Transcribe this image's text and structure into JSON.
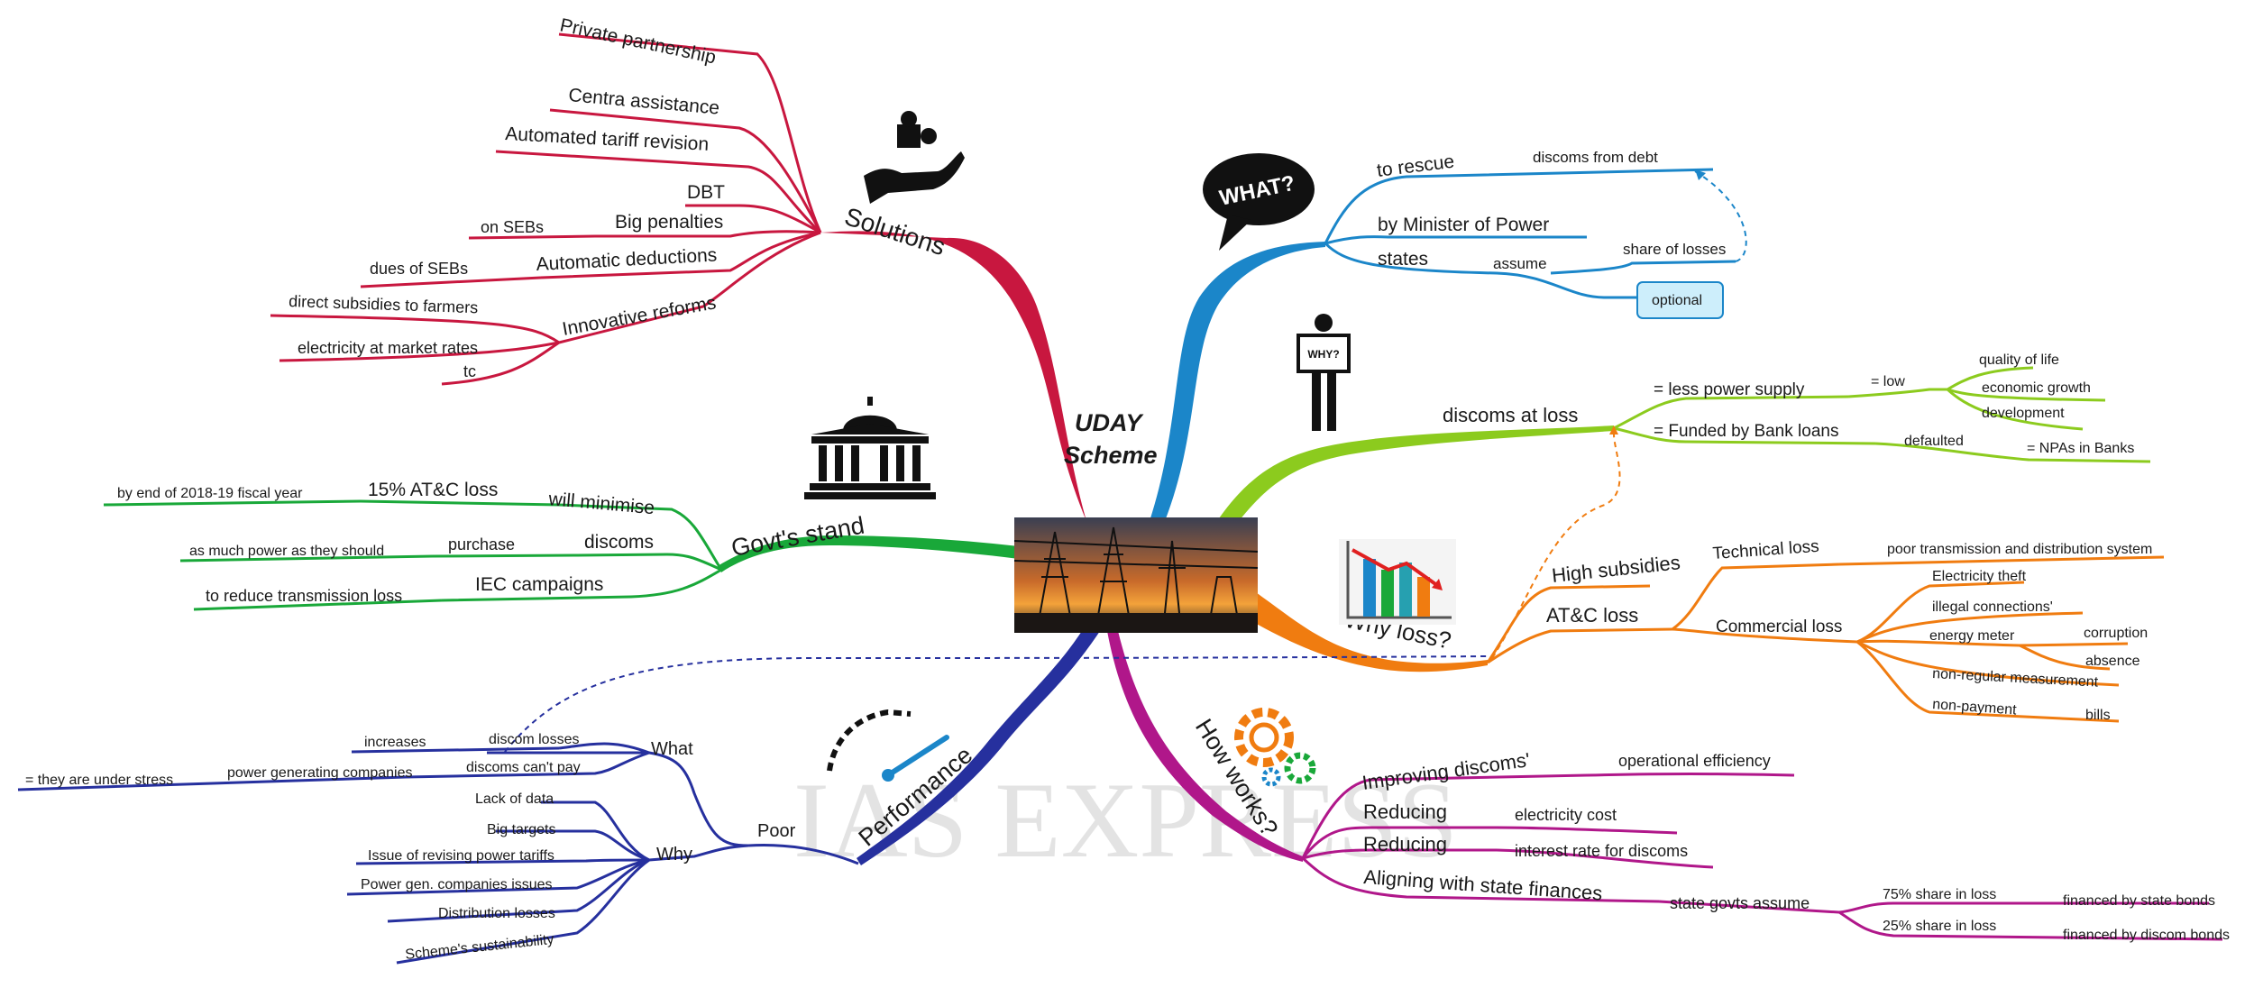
{
  "center": {
    "title_line1": "UDAY",
    "title_line2": "Scheme"
  },
  "watermark": "IAS EXPRESS",
  "colors": {
    "solutions": "#c8173f",
    "what": "#1b86c9",
    "why": "#8ccb1e",
    "whyloss": "#f07c10",
    "howworks": "#b0178a",
    "performance": "#26309e",
    "govt": "#19a839",
    "optional_fill": "#cdeefb",
    "optional_stroke": "#1b86c9"
  },
  "icons": {
    "solutions": "puzzle-hand-icon",
    "what": "what-speech-bubble-icon",
    "why": "person-why-sign-icon",
    "govt": "government-building-icon",
    "whyloss": "declining-bar-chart-icon",
    "howworks": "gears-icon",
    "performance": "speedometer-icon",
    "center": "power-station-image"
  },
  "solutions": {
    "label": "Solutions",
    "items": {
      "private": "Private partnership",
      "central": "Centra assistance",
      "tariff": "Automated tariff revision",
      "dbt": "DBT",
      "penalties": "Big penalties",
      "on_sebs": "on SEBs",
      "deductions": "Automatic deductions",
      "dues": "dues of SEBs",
      "innovative": "Innovative reforms",
      "subsidies": "direct subsidies to farmers",
      "market": "electricity at market rates",
      "tc": "tc"
    }
  },
  "what": {
    "label": "WHAT?",
    "items": {
      "rescue": "to rescue",
      "debt": "discoms from debt",
      "minister": "by Minister of Power",
      "states": "states",
      "assume": "assume",
      "share": "share of losses",
      "optional": "optional"
    }
  },
  "why": {
    "label": "WHY?",
    "items": {
      "loss": "discoms at loss",
      "less_supply": "= less power supply",
      "low": "= low",
      "quality": "quality of life",
      "growth": "economic growth",
      "development": "development",
      "funded": "= Funded by Bank loans",
      "defaulted": "defaulted",
      "npa": "= NPAs in Banks"
    }
  },
  "whyloss": {
    "label": "Why loss?",
    "items": {
      "subsidies": "High subsidies",
      "atc": "AT&C loss",
      "technical": "Technical loss",
      "poor_td": "poor transmission and distribution system",
      "commercial": "Commercial loss",
      "theft": "Electricity theft",
      "illegal": "illegal connections'",
      "meter": "energy meter",
      "corruption": "corruption",
      "absence": "absence",
      "nonreg": "non-regular measurement",
      "nonpay": "non-payment",
      "bills": "bills"
    }
  },
  "howworks": {
    "label": "How works?",
    "items": {
      "improving": "Improving discoms'",
      "op_eff": "operational efficiency",
      "reducing1": "Reducing",
      "elec_cost": "electricity cost",
      "reducing2": "Reducing",
      "interest": "interest rate for discoms",
      "aligning": "Aligning with state finances",
      "assume": "state govts assume",
      "share75": "75% share in loss",
      "bonds": "financed by state bonds",
      "share25": "25% share in loss",
      "discom_bonds": "financed by discom bonds"
    }
  },
  "performance": {
    "label": "Performance",
    "poor": "Poor",
    "what": "What",
    "why": "Why",
    "items": {
      "increases": "increases",
      "discom_losses": "discom losses",
      "power_gen": "power generating companies",
      "cant_pay": "discoms can't pay",
      "stress": "= they are under stress",
      "lack": "Lack of data",
      "targets": "Big targets",
      "tariffs": "Issue of revising power tariffs",
      "gen_issues": "Power gen. companies issues",
      "dist_losses": "Distribution losses",
      "sustain": "Scheme's sustainability"
    }
  },
  "govt": {
    "label": "Govt's stand",
    "items": {
      "minimise": "will minimise",
      "atc15": "15% AT&C loss",
      "fiscal": "by end of 2018-19 fiscal year",
      "discoms": "discoms",
      "purchase": "purchase",
      "as_much": "as much power as they should",
      "iec": "IEC campaigns",
      "reduce": "to reduce transmission loss"
    }
  }
}
